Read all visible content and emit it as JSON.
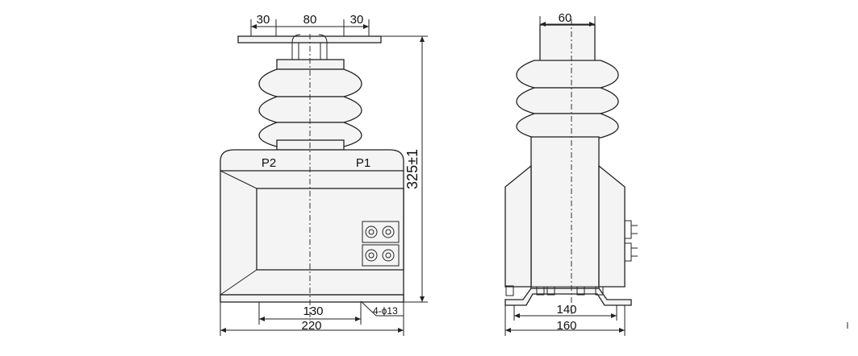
{
  "front_view": {
    "labels": {
      "p2": "P2",
      "p1": "P1"
    },
    "dims": {
      "top_left": "30",
      "top_center": "80",
      "top_right": "30",
      "height": "325±1",
      "mount_spacing": "130",
      "hole_spec": "4-ϕ13",
      "base_width": "220"
    }
  },
  "side_view": {
    "dims": {
      "top": "60",
      "mount_spacing": "140",
      "base_width": "160"
    }
  },
  "colors": {
    "line": "#222222",
    "fill": "#f4f4f4",
    "background": "#ffffff"
  }
}
